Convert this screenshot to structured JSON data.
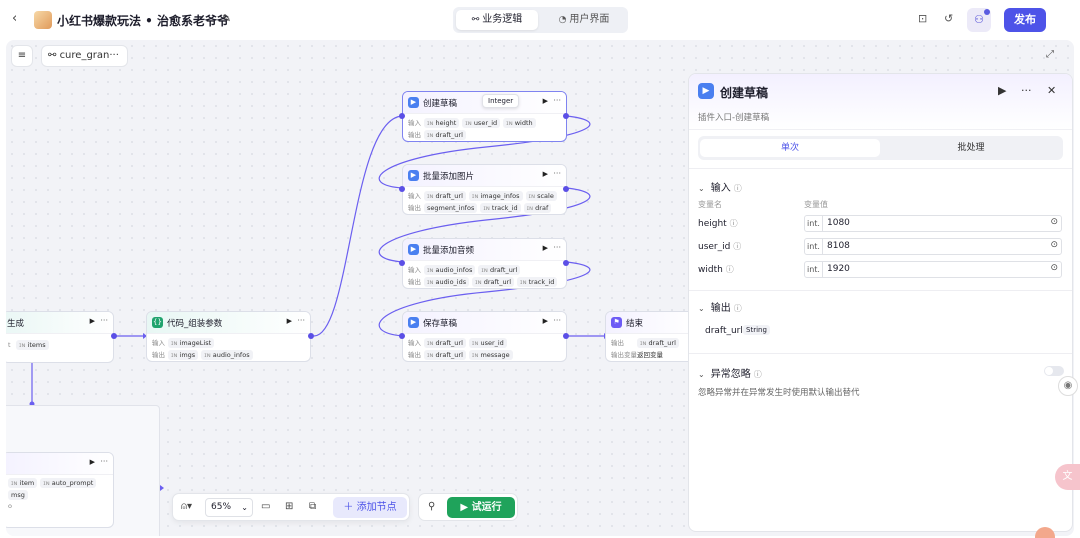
{
  "header": {
    "title": "小红书爆款玩法 • 治愈系老爷爷",
    "tabs": [
      {
        "label": "业务逻辑",
        "active": true
      },
      {
        "label": "用户界面",
        "active": false
      }
    ],
    "publish_label": "发布"
  },
  "canvas": {
    "breadcrumb": "cure_gran···",
    "tooltip": "Integer",
    "zoom": "65%",
    "add_node_label": "添加节点",
    "run_label": "试运行"
  },
  "nodes": {
    "create_draft": {
      "title": "创建草稿",
      "in_label": "输入",
      "out_label": "输出",
      "inputs": [
        "height",
        "user_id",
        "width"
      ],
      "outputs": [
        "draft_url"
      ]
    },
    "add_images": {
      "title": "批量添加图片",
      "in_label": "输入",
      "out_label": "输出",
      "inputs": [
        "draft_url",
        "image_infos",
        "scale"
      ],
      "outputs": [
        "segment_infos",
        "track_id",
        "draf"
      ]
    },
    "add_audio": {
      "title": "批量添加音频",
      "in_label": "输入",
      "out_label": "输出",
      "inputs": [
        "audio_infos",
        "draft_url"
      ],
      "outputs": [
        "audio_ids",
        "draft_url",
        "track_id"
      ]
    },
    "save_draft": {
      "title": "保存草稿",
      "in_label": "输入",
      "out_label": "输出",
      "inputs": [
        "draft_url",
        "user_id"
      ],
      "outputs": [
        "draft_url",
        "message"
      ]
    },
    "code_node": {
      "title": "代码_组装参数",
      "in_label": "输入",
      "out_label": "输出",
      "inputs": [
        "imageList"
      ],
      "outputs": [
        "imgs",
        "audio_infos"
      ]
    },
    "end_node": {
      "title": "结束",
      "in_label": "输出",
      "out_label": "输出变量",
      "inputs": [
        "draft_url"
      ],
      "outputs": [
        "返回变量"
      ]
    },
    "left_node": {
      "title": "生成",
      "inputs": [
        "items"
      ]
    },
    "left_node2": {
      "inputs": [
        "item",
        "auto_prompt"
      ],
      "outputs": [
        "msg"
      ]
    }
  },
  "panel": {
    "title": "创建草稿",
    "subtitle": "插件入口-创建草稿",
    "seg_tabs": [
      {
        "label": "单次",
        "active": true
      },
      {
        "label": "批处理",
        "active": false
      }
    ],
    "input_section": "输入",
    "col_name": "变量名",
    "col_value": "变量值",
    "params": [
      {
        "name": "height",
        "type": "int.",
        "value": "1080"
      },
      {
        "name": "user_id",
        "type": "int.",
        "value": "8108"
      },
      {
        "name": "width",
        "type": "int.",
        "value": "1920"
      }
    ],
    "output_section": "输出",
    "output_name": "draft_url",
    "output_type": "String",
    "exception_section": "异常忽略",
    "exception_desc": "忽略异常并在异常发生时使用默认输出替代"
  },
  "colors": {
    "accent": "#4d53e8",
    "run": "#1fa35b",
    "edge": "#6b5ff0"
  }
}
